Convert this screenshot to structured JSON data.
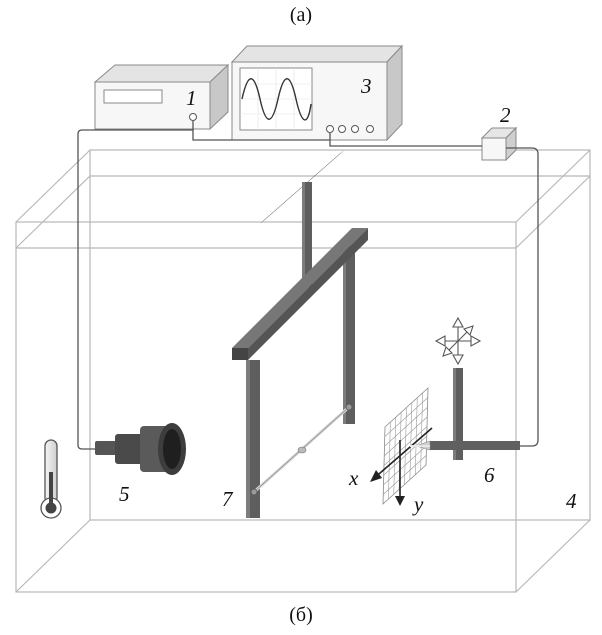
{
  "caption_top": "(a)",
  "caption_bottom": "(б)",
  "labels": {
    "n1": "1",
    "n2": "2",
    "n3": "3",
    "n4": "4",
    "n5": "5",
    "n6": "6",
    "n7": "7",
    "x": "x",
    "y": "y"
  }
}
